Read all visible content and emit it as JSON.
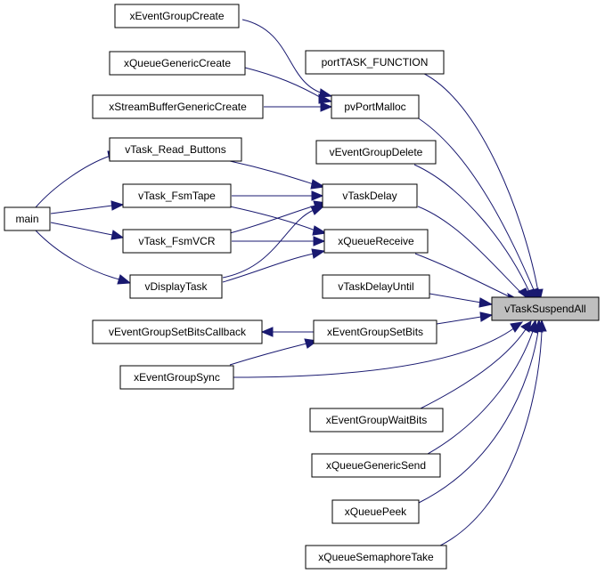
{
  "graph": {
    "focus": "vTaskSuspendAll",
    "edge_color": "#191970",
    "focus_fill": "#bfbfbf",
    "nodes": {
      "xEventGroupCreate": "xEventGroupCreate",
      "xQueueGenericCreate": "xQueueGenericCreate",
      "xStreamBufferGenericCreate": "xStreamBufferGenericCreate",
      "portTASK_FUNCTION": "portTASK_FUNCTION",
      "pvPortMalloc": "pvPortMalloc",
      "vEventGroupDelete": "vEventGroupDelete",
      "vTask_Read_Buttons": "vTask_Read_Buttons",
      "main": "main",
      "vTask_FsmTape": "vTask_FsmTape",
      "vTaskDelay": "vTaskDelay",
      "vTask_FsmVCR": "vTask_FsmVCR",
      "xQueueReceive": "xQueueReceive",
      "vDisplayTask": "vDisplayTask",
      "vTaskDelayUntil": "vTaskDelayUntil",
      "vTaskSuspendAll": "vTaskSuspendAll",
      "vEventGroupSetBitsCallback": "vEventGroupSetBitsCallback",
      "xEventGroupSetBits": "xEventGroupSetBits",
      "xEventGroupSync": "xEventGroupSync",
      "xEventGroupWaitBits": "xEventGroupWaitBits",
      "xQueueGenericSend": "xQueueGenericSend",
      "xQueuePeek": "xQueuePeek",
      "xQueueSemaphoreTake": "xQueueSemaphoreTake"
    }
  }
}
